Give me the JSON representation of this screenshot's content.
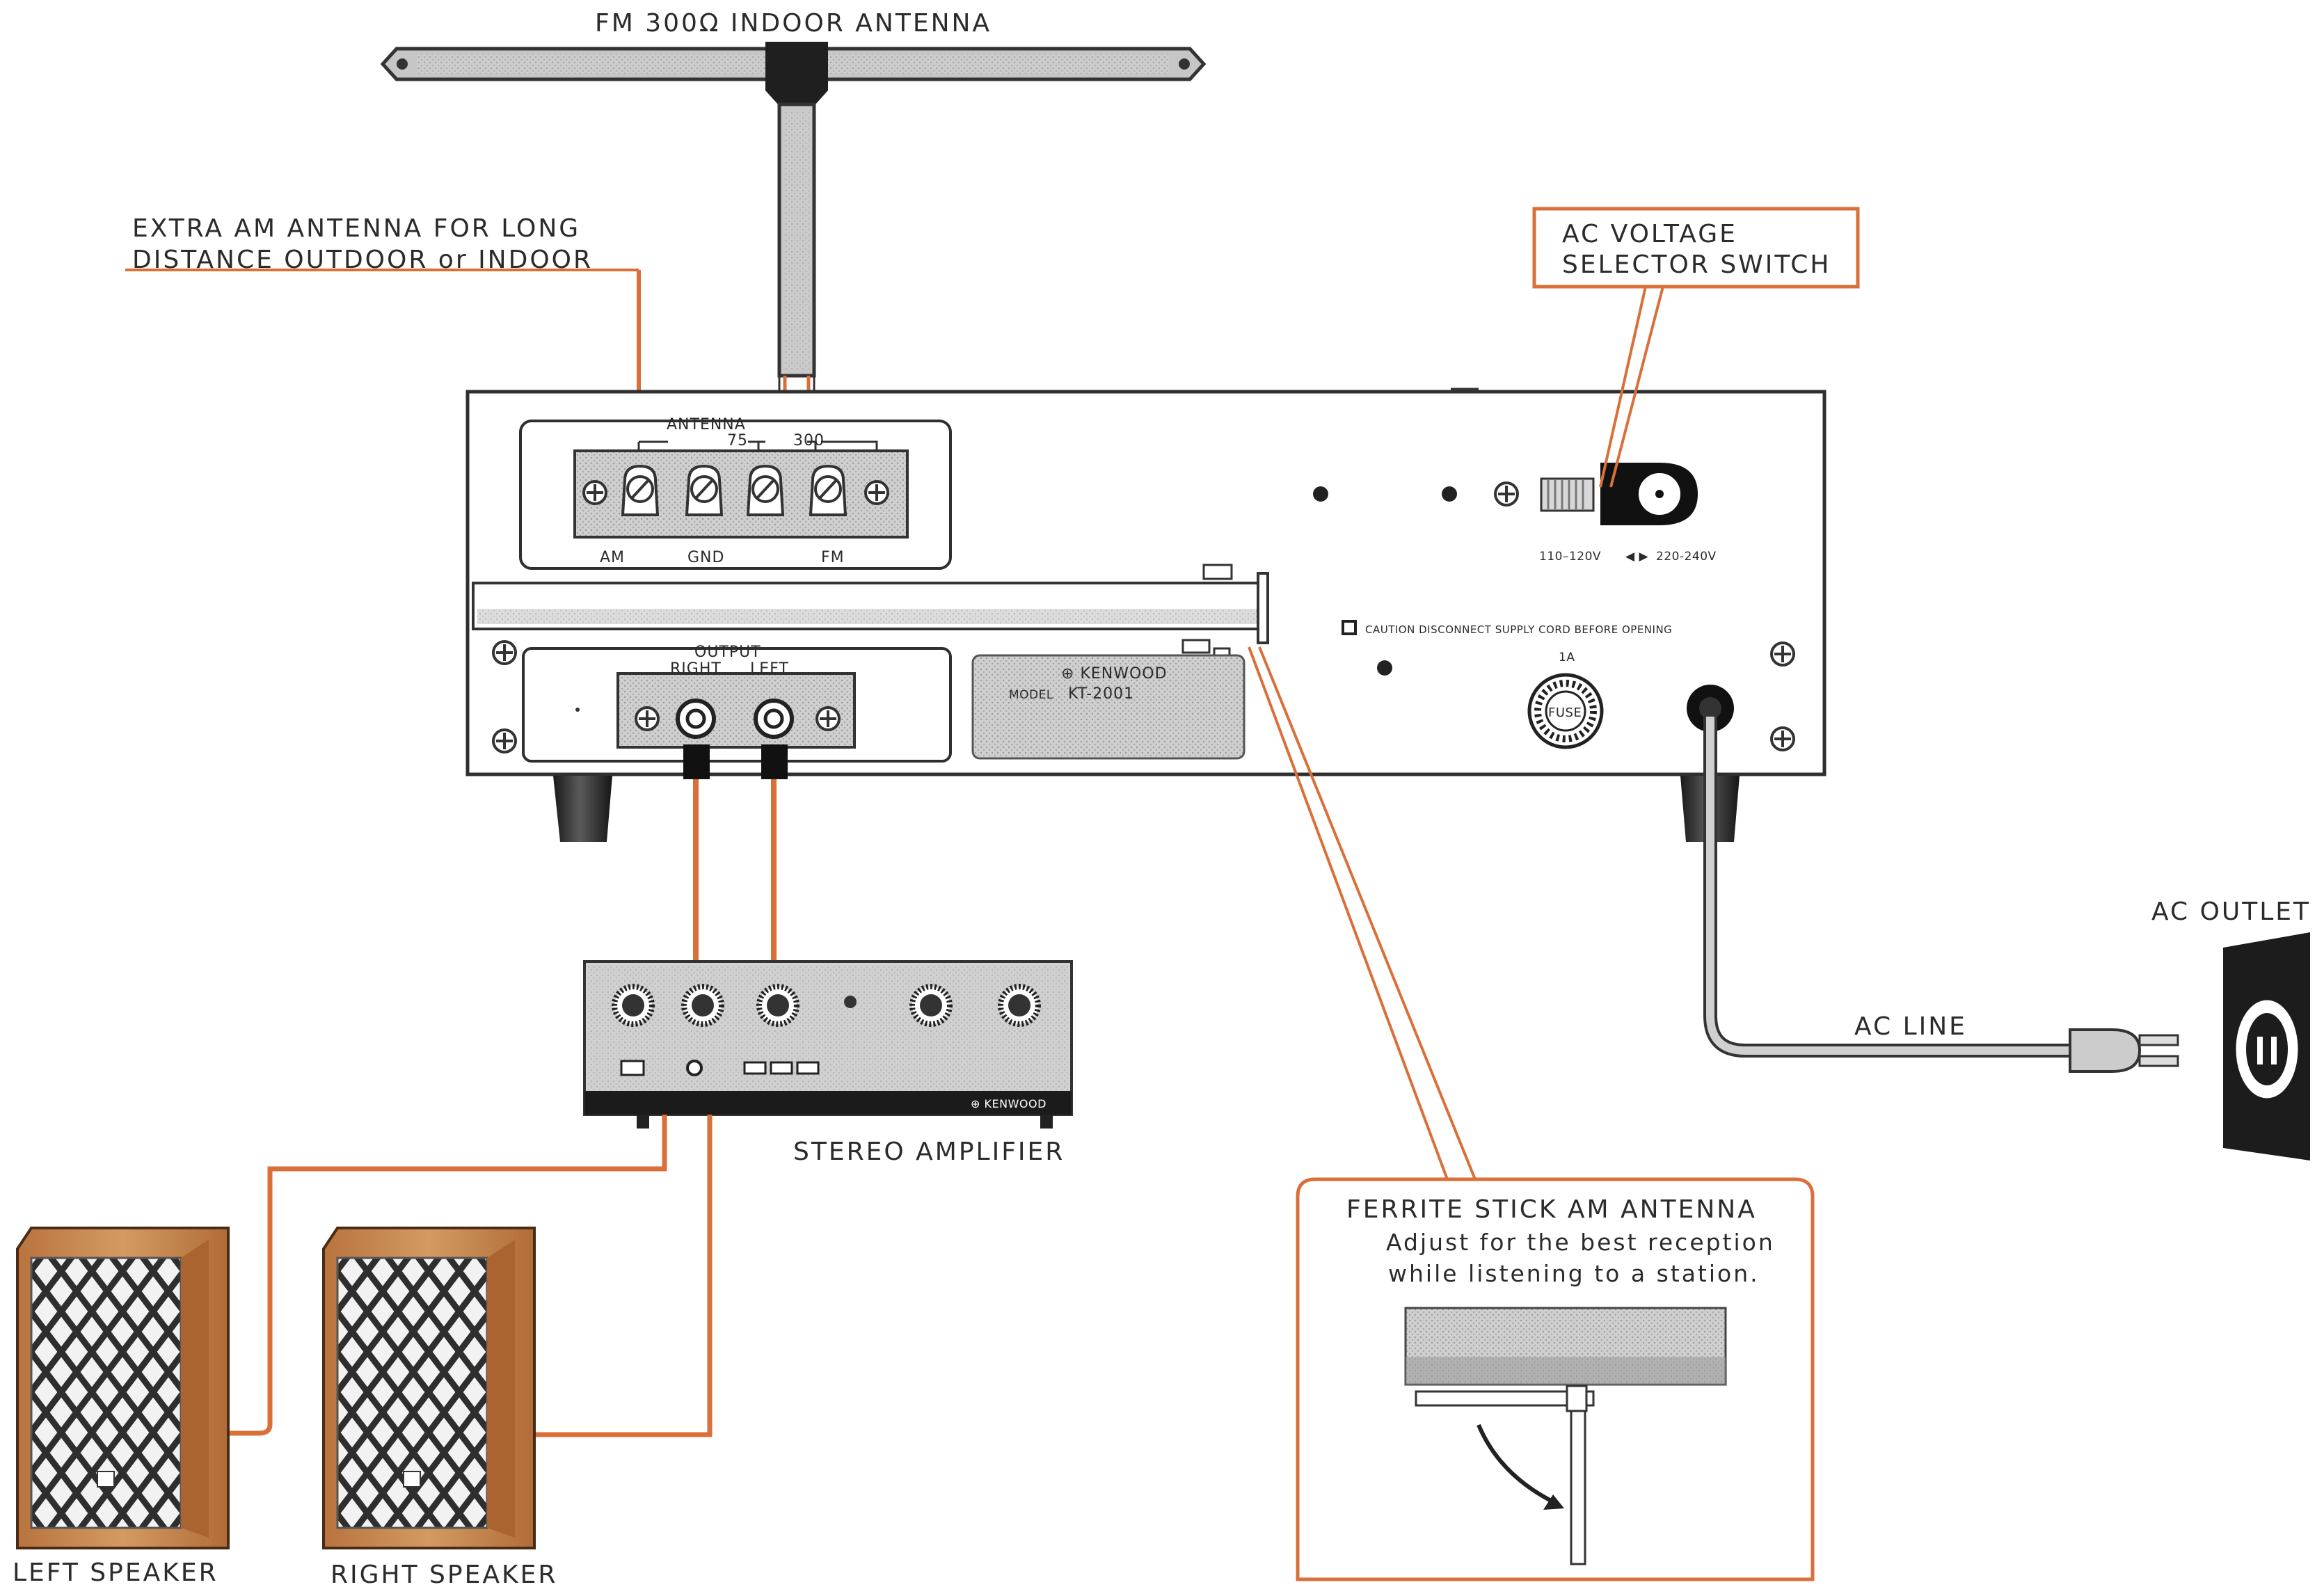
{
  "labels": {
    "fm_antenna": "FM 300Ω  INDOOR ANTENNA",
    "extra_am_line1": "EXTRA AM ANTENNA FOR LONG",
    "extra_am_line2": "DISTANCE OUTDOOR or INDOOR",
    "ac_voltage_line1": "AC VOLTAGE",
    "ac_voltage_line2": "SELECTOR SWITCH",
    "ac_outlet": "AC OUTLET",
    "ac_line": "AC LINE",
    "stereo_amplifier": "STEREO AMPLIFIER",
    "left_speaker": "LEFT SPEAKER",
    "right_speaker": "RIGHT SPEAKER",
    "ferrite_title": "FERRITE STICK AM ANTENNA",
    "ferrite_line1": "Adjust for the best reception",
    "ferrite_line2": "while listening to a station."
  },
  "tuner": {
    "antenna": "ANTENNA",
    "ohm_75": "75",
    "ohm_300": "300",
    "term_am": "AM",
    "term_gnd": "GND",
    "term_fm": "FM",
    "output": "OUTPUT",
    "right": "RIGHT",
    "left": "LEFT",
    "brand": "KENWOOD",
    "model_label": "MODEL",
    "model": "KT-2001",
    "voltage_low": "110–120V",
    "voltage_high": "220-240V",
    "caution": "CAUTION DISCONNECT SUPPLY CORD BEFORE OPENING",
    "fuse_rating": "1A",
    "fuse": "FUSE"
  },
  "amplifier": {
    "brand": "KENWOOD"
  },
  "colors": {
    "wire": "#d9703a",
    "line": "#3a3a3a",
    "panel_gray": "#c8c8c8",
    "speaker_wood": "#c98a55"
  }
}
